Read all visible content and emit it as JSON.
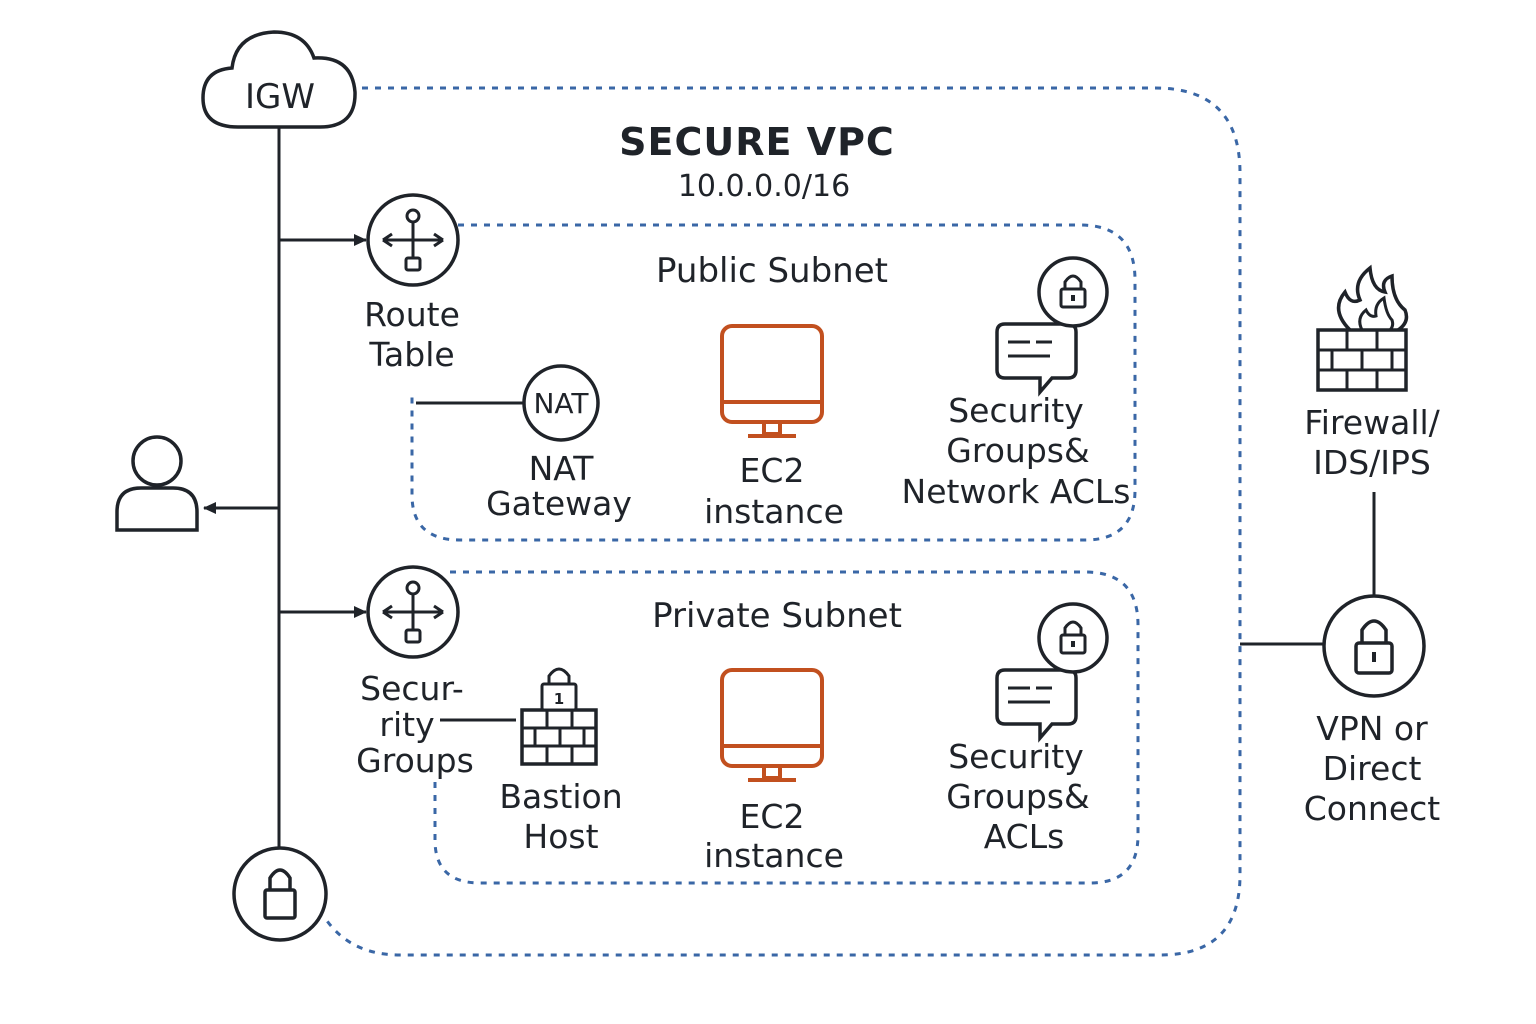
{
  "vpc": {
    "title": "SECURE VPC",
    "cidr": "10.0.0.0/16"
  },
  "igw": {
    "label": "IGW"
  },
  "public_subnet": {
    "title": "Public Subnet",
    "route_table": [
      "Route",
      "Table"
    ],
    "nat_badge": "NAT",
    "nat_gateway": [
      "NAT",
      "Gateway"
    ],
    "ec2": [
      "EC2",
      "instance"
    ],
    "security": [
      "Security",
      "Groups&",
      "Network ACLs"
    ]
  },
  "private_subnet": {
    "title": "Private Subnet",
    "security_groups": [
      "Secur-",
      "rity",
      "Groups"
    ],
    "bastion": [
      "Bastion",
      "Host"
    ],
    "bastion_badge": "1",
    "ec2": [
      "EC2",
      "instance"
    ],
    "security": [
      "Security",
      "Groups&",
      "ACLs"
    ]
  },
  "firewall": [
    "Firewall/",
    "IDS/IPS"
  ],
  "vpn": [
    "VPN or",
    "Direct",
    "Connect"
  ],
  "colors": {
    "ink": "#1f2329",
    "dashed": "#3a67a6",
    "ec2": "#c2501f",
    "flame": "#1f2329"
  }
}
